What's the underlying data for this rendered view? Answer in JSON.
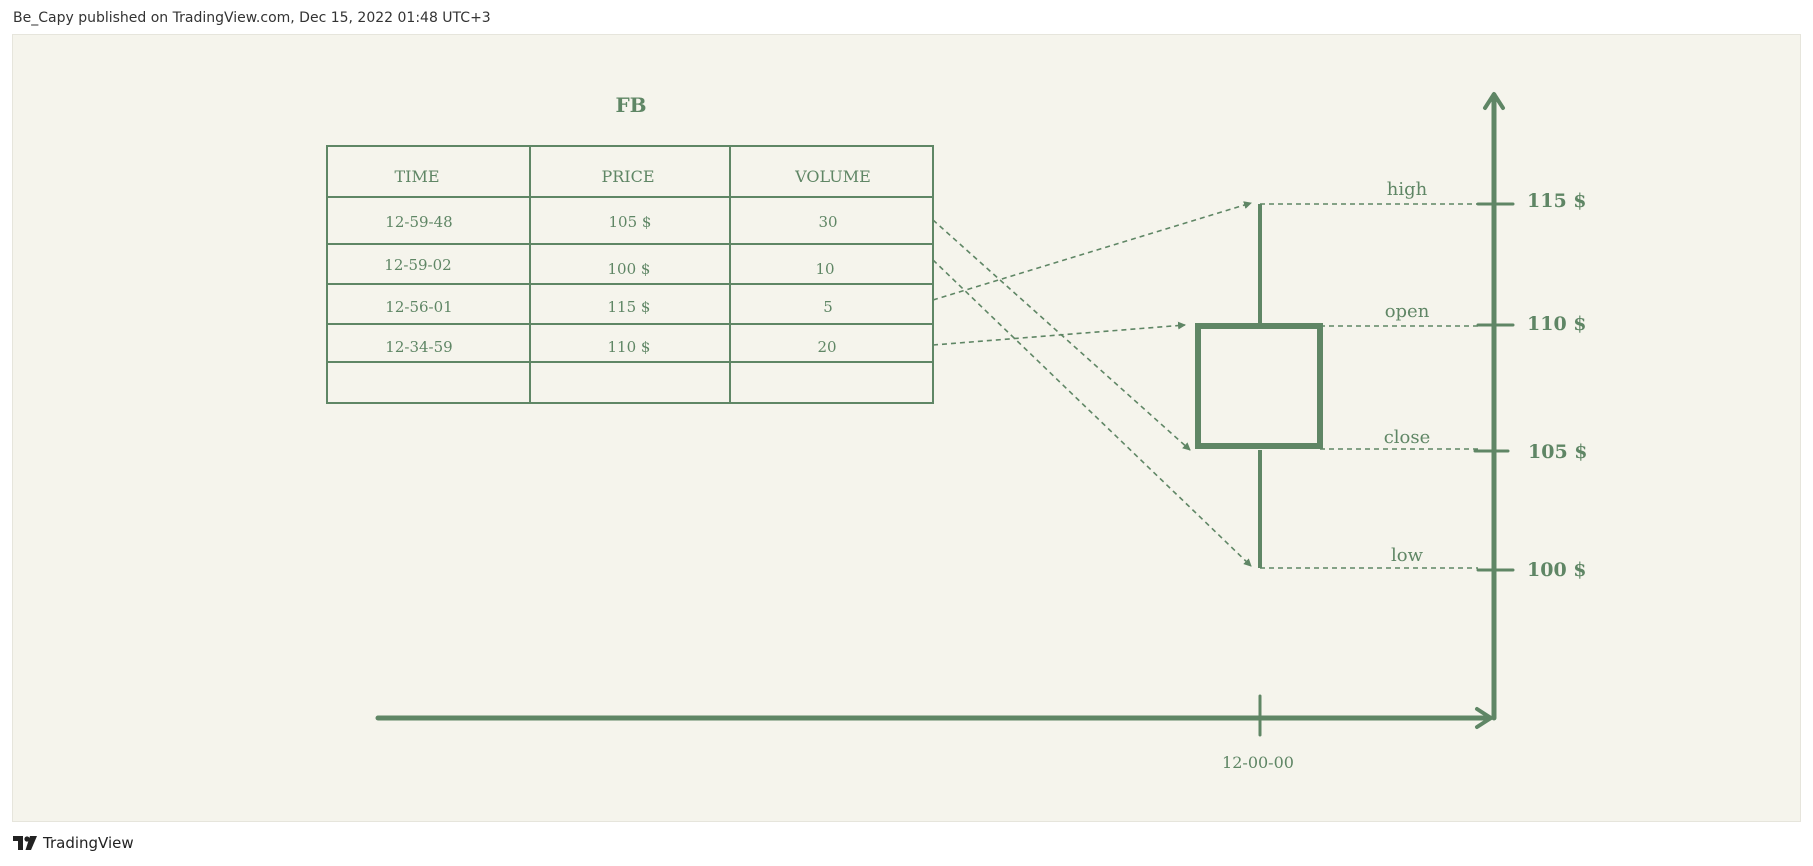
{
  "header": {
    "published": "Be_Capy published on TradingView.com, Dec 15, 2022 01:48 UTC+3"
  },
  "footer": {
    "brand": "TradingView",
    "logo_icon": "tradingview-logo-icon"
  },
  "colors": {
    "ink": "#5f8665",
    "background": "#f5f4ec"
  },
  "diagram": {
    "table_title": "FB",
    "columns": [
      "TIME",
      "PRICE",
      "VOLUME"
    ],
    "rows": [
      [
        "12-59-48",
        "105 $",
        "30"
      ],
      [
        "12-59-02",
        "100 $",
        "10"
      ],
      [
        "12-56-01",
        "115 $",
        "5"
      ],
      [
        "12-34-59",
        "110 $",
        "20"
      ],
      [
        "",
        "",
        ""
      ]
    ],
    "ohlc_labels": {
      "high": "high",
      "open": "open",
      "close": "close",
      "low": "low"
    },
    "price_ticks": [
      "115 $",
      "110 $",
      "105 $",
      "100 $"
    ],
    "time_tick": "12-00-00"
  }
}
